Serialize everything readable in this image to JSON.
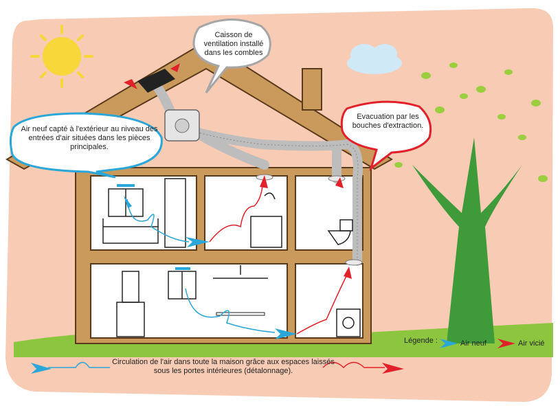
{
  "callouts": {
    "caisson": "Caisson de ventilation installé dans les combles",
    "air_neuf": "Air neuf capté à l'extérieur au niveau des entrées d'air situées dans les pièces principales.",
    "evacuation": "Evacuation par les bouches d'extraction."
  },
  "legend": {
    "label": "Légende :",
    "air_neuf": "Air neuf",
    "air_vicie": "Air vicié"
  },
  "footer": {
    "text": "Circulation de l'air  dans toute la maison grâce aux espaces laissés sous les portes intérieures (détalonnage)."
  },
  "colors": {
    "background": "#f8cbb4",
    "wall": "#c99a5c",
    "fresh_air": "#2aa6d8",
    "stale_air": "#e2202a",
    "sun": "#f7d73a",
    "tree_trunk": "#3f9a3a",
    "grass": "#8cc63f"
  },
  "icons": [
    "sun-icon",
    "cloud-icon",
    "tree-icon",
    "fan-icon",
    "duct-icon",
    "bed-icon",
    "bathtub-icon",
    "toilet-icon",
    "stove-icon",
    "fireplace-icon",
    "window-icon"
  ]
}
